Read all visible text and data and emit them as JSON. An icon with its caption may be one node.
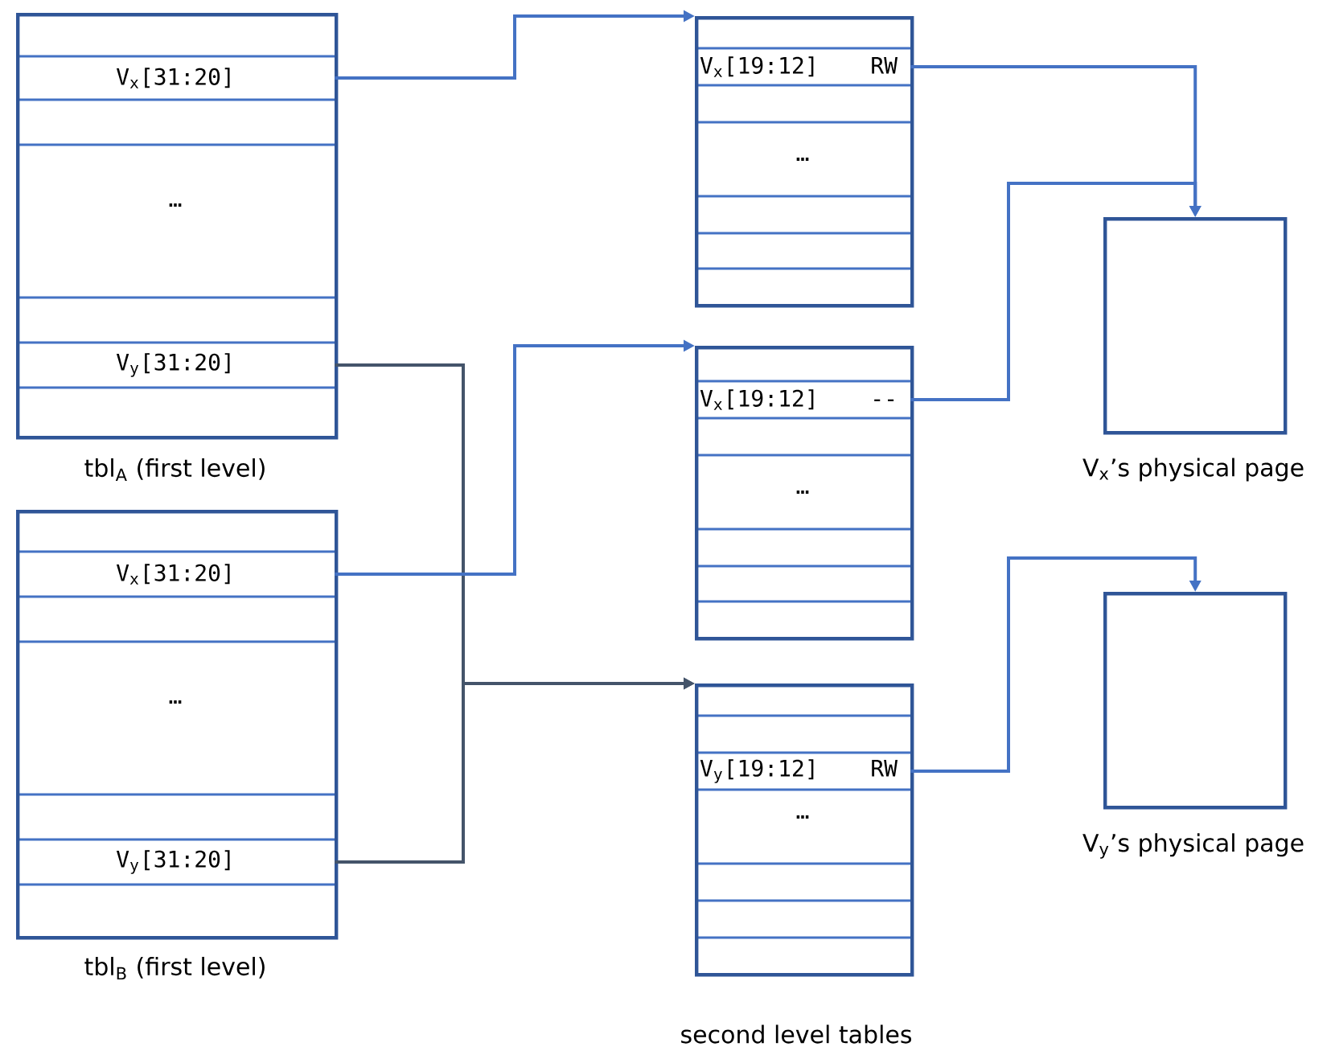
{
  "diagram": {
    "nodes": [
      {
        "text": [
          "tbl$_{A}$ (first level)"
        ]
      },
      {
        "text": [
          "V$_{x}$[31:20]"
        ],
        "in": 0
      },
      {
        "text": [
          "…"
        ],
        "in": 0
      },
      {
        "text": [
          "V$_{y}$[31:20]"
        ],
        "in": 0
      },
      {
        "text": [
          "tbl$_{B}$ (first level)"
        ]
      },
      {
        "text": [
          "V$_{x}$[31:20]"
        ],
        "in": 4
      },
      {
        "text": [
          "…"
        ],
        "in": 4
      },
      {
        "text": [
          "V$_{y}$[31:20]"
        ],
        "in": 4
      },
      {
        "text": [],
        "shape": "box"
      },
      {
        "text": [
          "V$_{x}$[19:12]",
          "RW"
        ],
        "in": 8
      },
      {
        "text": [
          "…"
        ],
        "in": 8
      },
      {
        "text": [],
        "shape": "box"
      },
      {
        "text": [
          "V$_{x}$[19:12]",
          "--"
        ],
        "in": 11
      },
      {
        "text": [
          "…"
        ],
        "in": 11
      },
      {
        "text": [],
        "shape": "box"
      },
      {
        "text": [
          "V$_{y}$[19:12]",
          "RW"
        ],
        "in": 14
      },
      {
        "text": [
          "…"
        ],
        "in": 14
      },
      {
        "text": [
          "V$_{x}$’s physical page"
        ]
      },
      {
        "text": [
          "V$_{y}$’s physical page"
        ]
      }
    ],
    "edges": [
      {
        "from": 1,
        "to": 8,
        "arrow": "to"
      },
      {
        "from": 3,
        "to": 14,
        "arrow": "to",
        "color": "#44546a"
      },
      {
        "from": 5,
        "to": 11,
        "arrow": "to"
      },
      {
        "from": 7,
        "to": 14,
        "arrow": "to",
        "color": "#44546a"
      },
      {
        "from": 9,
        "to": 17,
        "arrow": "to"
      },
      {
        "from": 12,
        "to": 17,
        "arrow": "to"
      },
      {
        "from": 15,
        "to": 18,
        "arrow": "to"
      }
    ],
    "labels": [
      "second level tables"
    ]
  }
}
